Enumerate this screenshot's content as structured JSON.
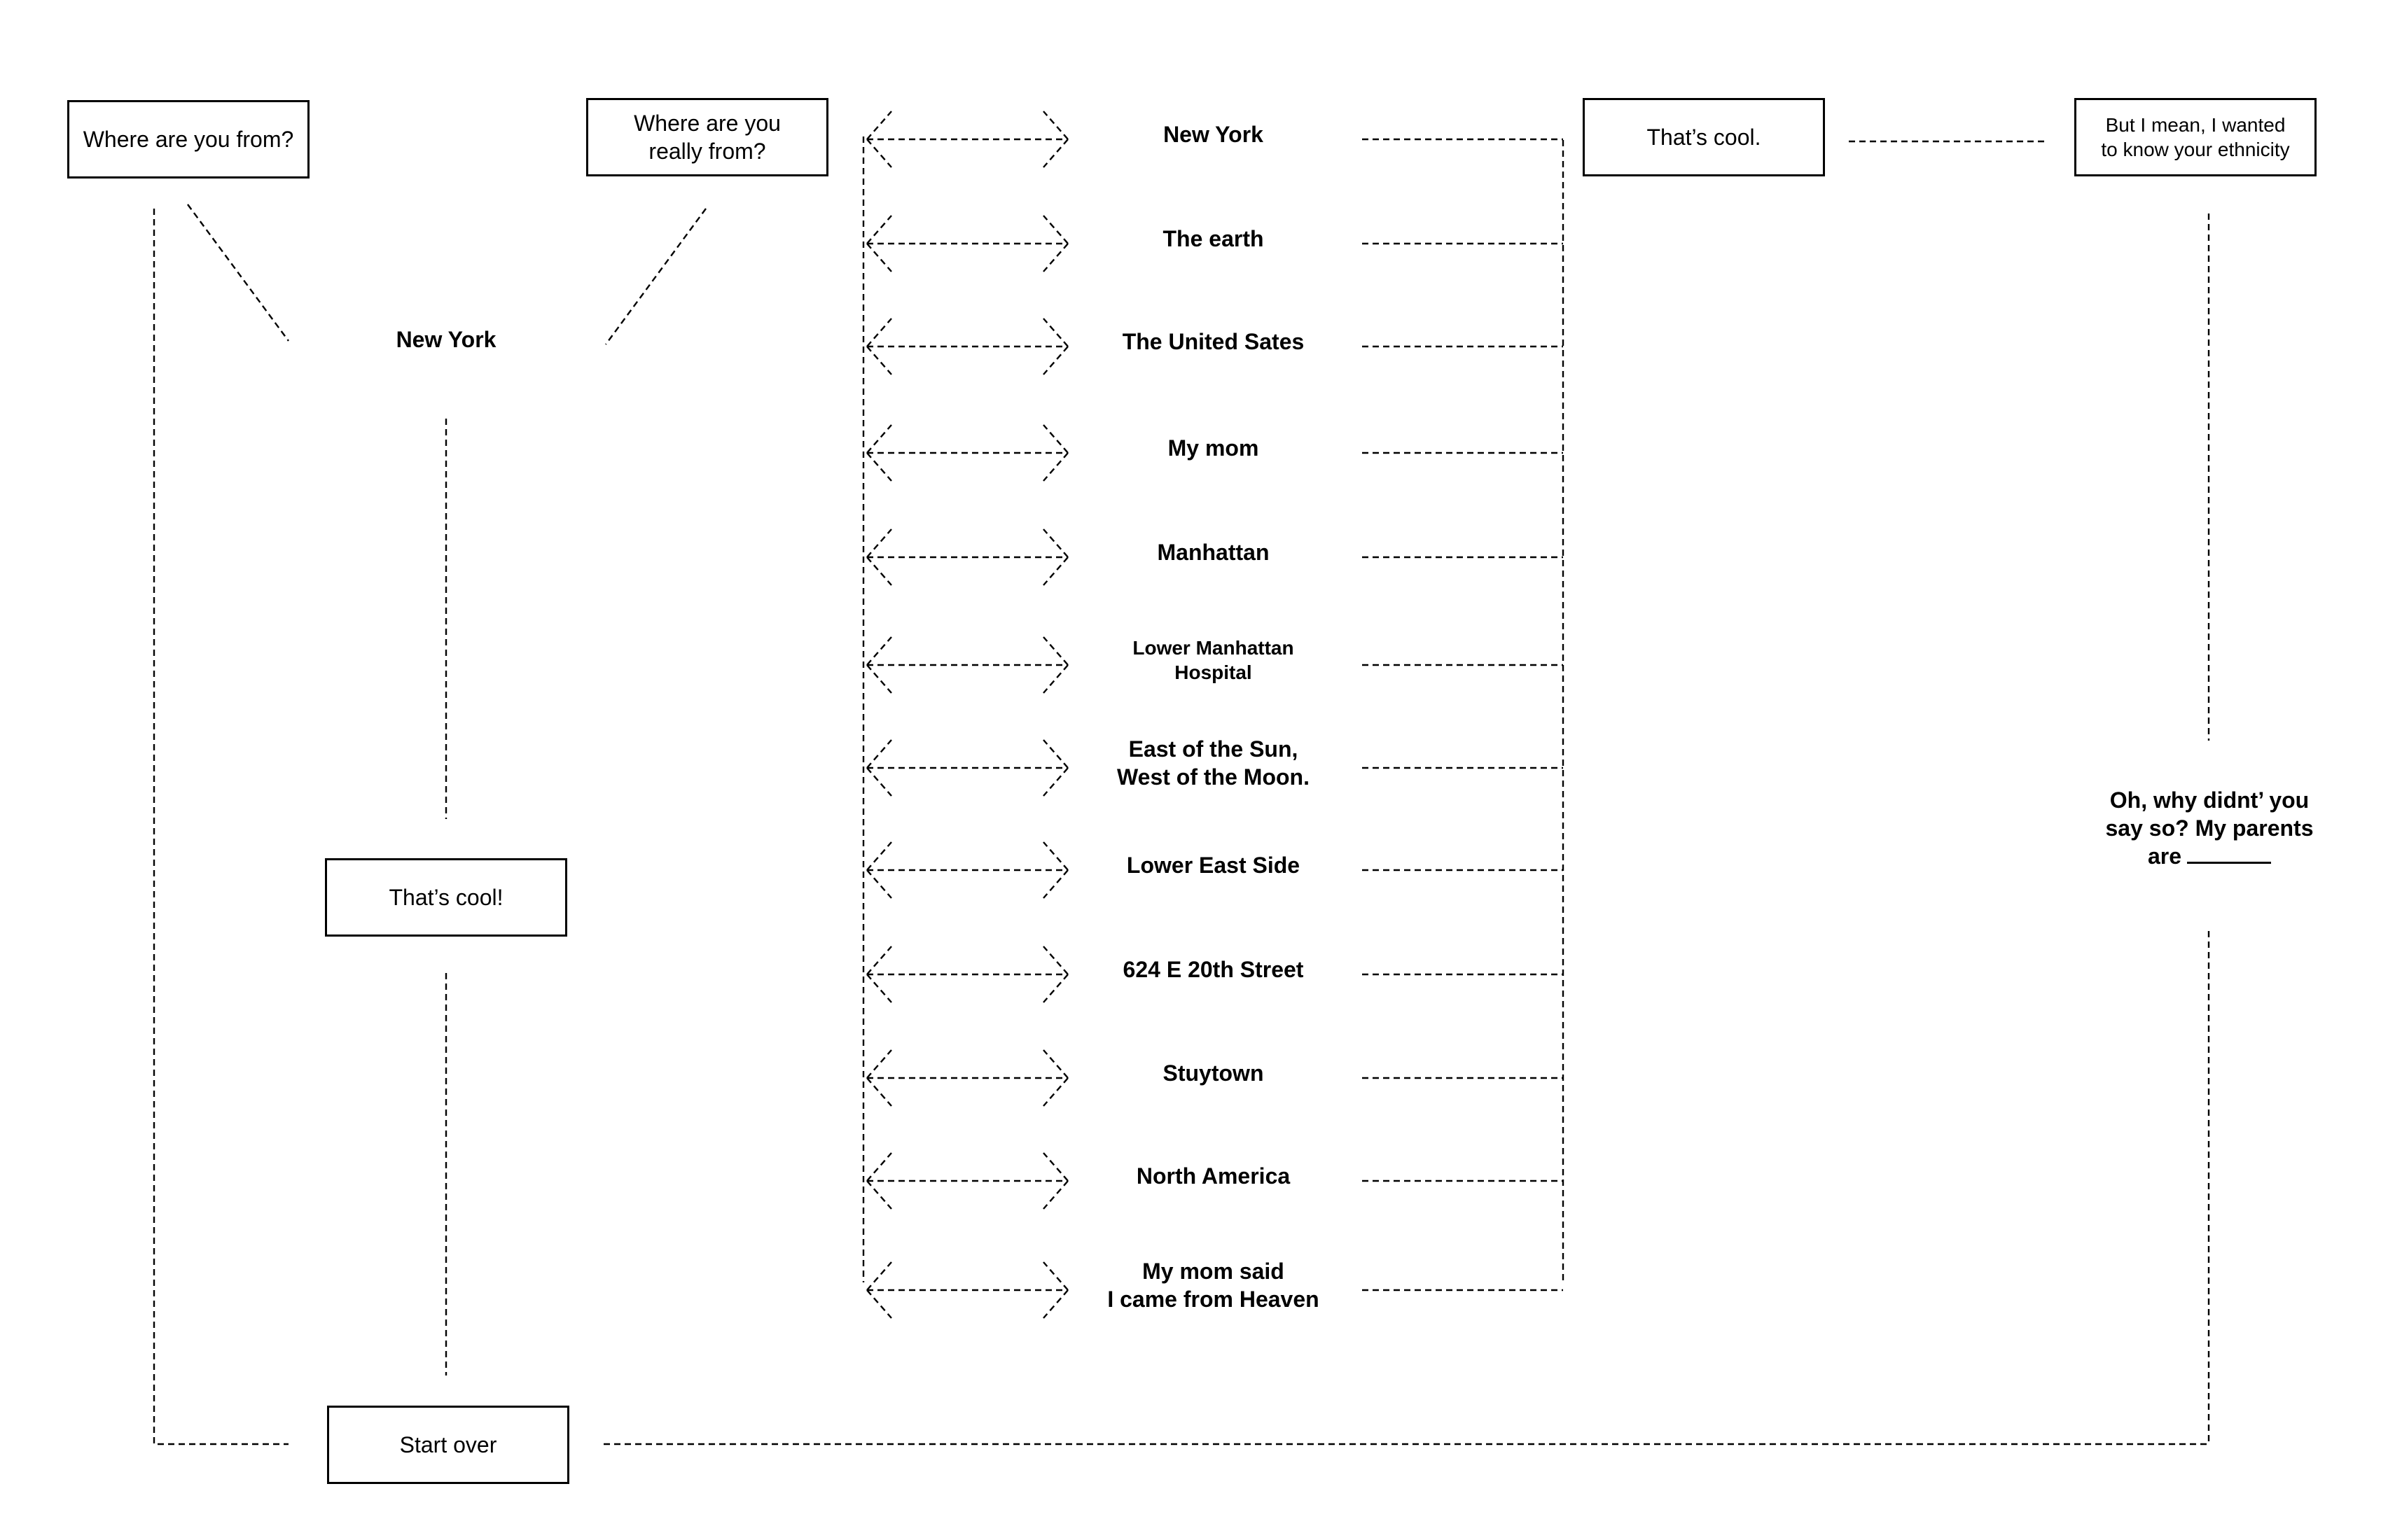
{
  "questions": {
    "where_from": "Where are you from?",
    "really_from": "Where are you\nreally from?",
    "ethnicity": "But I mean, I wanted\nto know your ethnicity"
  },
  "responses": {
    "new_york": "New York",
    "thats_cool_left": "That’s cool!",
    "thats_cool_right": "That’s cool.",
    "parents": "Oh, why didnt’ you\nsay so? My parents\nare",
    "start_over": "Start over"
  },
  "answers": [
    "New York",
    "The earth",
    "The United Sates",
    "My mom",
    "Manhattan",
    "Lower Manhattan\nHospital",
    "East of the Sun,\nWest of the Moon.",
    "Lower East Side",
    "624 E 20th Street",
    "Stuytown",
    "North America",
    "My mom said\nI came from Heaven"
  ]
}
